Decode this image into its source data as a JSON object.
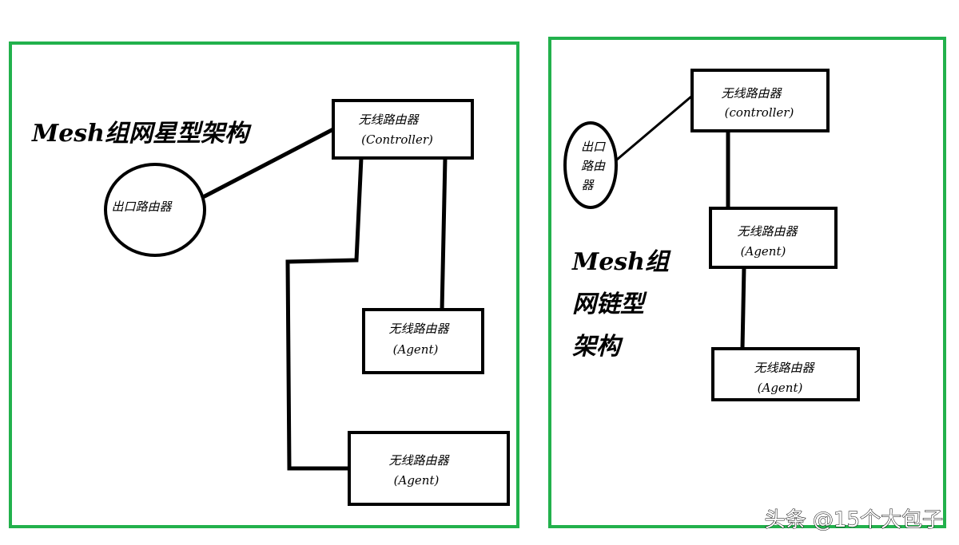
{
  "colors": {
    "frame": "#22b14c",
    "line": "#000000",
    "background": "#ffffff"
  },
  "star": {
    "title": "Mesh组网星型架构",
    "exit_router": "出口路由器",
    "controller": {
      "name": "无线路由器",
      "role": "(Controller)"
    },
    "agent_1": {
      "name": "无线路由器",
      "role": "(Agent)"
    },
    "agent_2": {
      "name": "无线路由器",
      "role": "(Agent)"
    }
  },
  "chain": {
    "title_line1": "Mesh组",
    "title_line2": "网链型",
    "title_line3": "架构",
    "exit_router_line1": "出口",
    "exit_router_line2": "路由",
    "exit_router_line3": "器",
    "controller": {
      "name": "无线路由器",
      "role": "(controller)"
    },
    "agent_1": {
      "name": "无线路由器",
      "role": "(Agent)"
    },
    "agent_2": {
      "name": "无线路由器",
      "role": "(Agent)"
    }
  },
  "watermark": "头条 @15个大包子"
}
